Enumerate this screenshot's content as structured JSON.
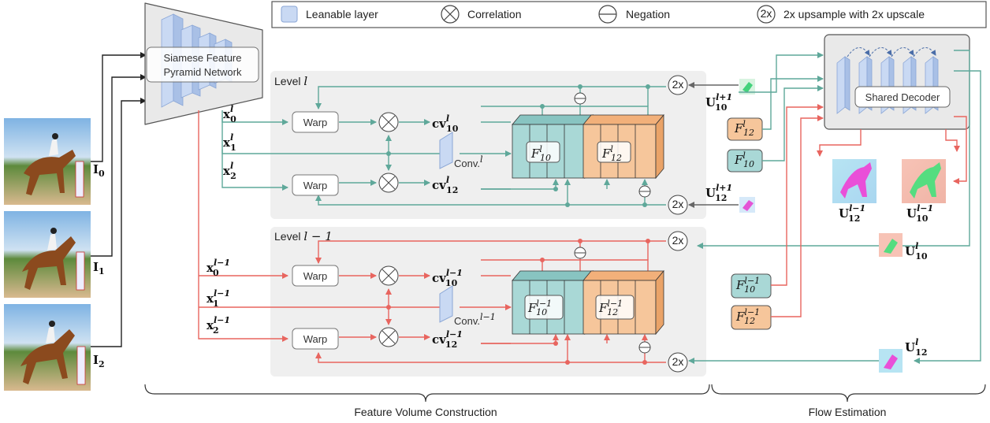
{
  "legend": {
    "layer": "Leanable layer",
    "correlation": "Correlation",
    "negation": "Negation",
    "upsample_glyph": "2x",
    "upsample": "2x upsample with 2x upscale"
  },
  "pyramid": {
    "line1": "Siamese Feature",
    "line2": "Pyramid Network"
  },
  "inputs": {
    "i0_base": "I",
    "i0_sub": "0",
    "i1_base": "I",
    "i1_sub": "1",
    "i2_base": "I",
    "i2_sub": "2"
  },
  "level_l": {
    "title_prefix": "Level ",
    "title_var": "l",
    "x0_base": "x",
    "x0_sub": "0",
    "x0_sup": "l",
    "x1_base": "x",
    "x1_sub": "1",
    "x1_sup": "l",
    "x2_base": "x",
    "x2_sub": "2",
    "x2_sup": "l",
    "warp": "Warp",
    "cv10_base": "cv",
    "cv10_sub": "10",
    "cv10_sup": "l",
    "cv12_base": "cv",
    "cv12_sub": "12",
    "cv12_sup": "l",
    "conv": "Conv.",
    "conv_sup": "l",
    "f10_base": "F",
    "f10_sub": "10",
    "f10_sup": "l",
    "f12_base": "F",
    "f12_sub": "12",
    "f12_sup": "l",
    "up_glyph": "2x",
    "u10_base": "U",
    "u10_sub": "10",
    "u10_sup": "l+1",
    "u12_base": "U",
    "u12_sub": "12",
    "u12_sup": "l+1"
  },
  "level_lm1": {
    "title_prefix": "Level ",
    "title_var": "l − 1",
    "x0_base": "x",
    "x0_sub": "0",
    "x0_sup": "l−1",
    "x1_base": "x",
    "x1_sub": "1",
    "x1_sup": "l−1",
    "x2_base": "x",
    "x2_sub": "2",
    "x2_sup": "l−1",
    "warp": "Warp",
    "cv10_base": "cv",
    "cv10_sub": "10",
    "cv10_sup": "l−1",
    "cv12_base": "cv",
    "cv12_sub": "12",
    "cv12_sup": "l−1",
    "conv": "Conv.",
    "conv_sup": "l−1",
    "f10_base": "F",
    "f10_sub": "10",
    "f10_sup": "l−1",
    "f12_base": "F",
    "f12_sub": "12",
    "f12_sup": "l−1",
    "up_glyph": "2x"
  },
  "decoder": {
    "title": "Shared Decoder",
    "f12_base": "F",
    "f12_sub": "12",
    "f12_sup": "l",
    "f10_base": "F",
    "f10_sub": "10",
    "f10_sup": "l",
    "f10m_base": "F",
    "f10m_sub": "10",
    "f10m_sup": "l−1",
    "f12m_base": "F",
    "f12m_sub": "12",
    "f12m_sup": "l−1",
    "u12m_base": "U",
    "u12m_sub": "12",
    "u12m_sup": "l−1",
    "u10m_base": "U",
    "u10m_sub": "10",
    "u10m_sup": "l−1",
    "u10_base": "U",
    "u10_sub": "10",
    "u10_sup": "l",
    "u12_base": "U",
    "u12_sub": "12",
    "u12_sup": "l"
  },
  "sections": {
    "feature": "Feature Volume Construction",
    "flow": "Flow Estimation"
  },
  "colors": {
    "teal": "#5fa89a",
    "red": "#e8655f",
    "teal_fill": "#a9d8d6",
    "orange_fill": "#f6c69b",
    "layer_fill": "#c9d9f3",
    "panel": "#efefef"
  }
}
